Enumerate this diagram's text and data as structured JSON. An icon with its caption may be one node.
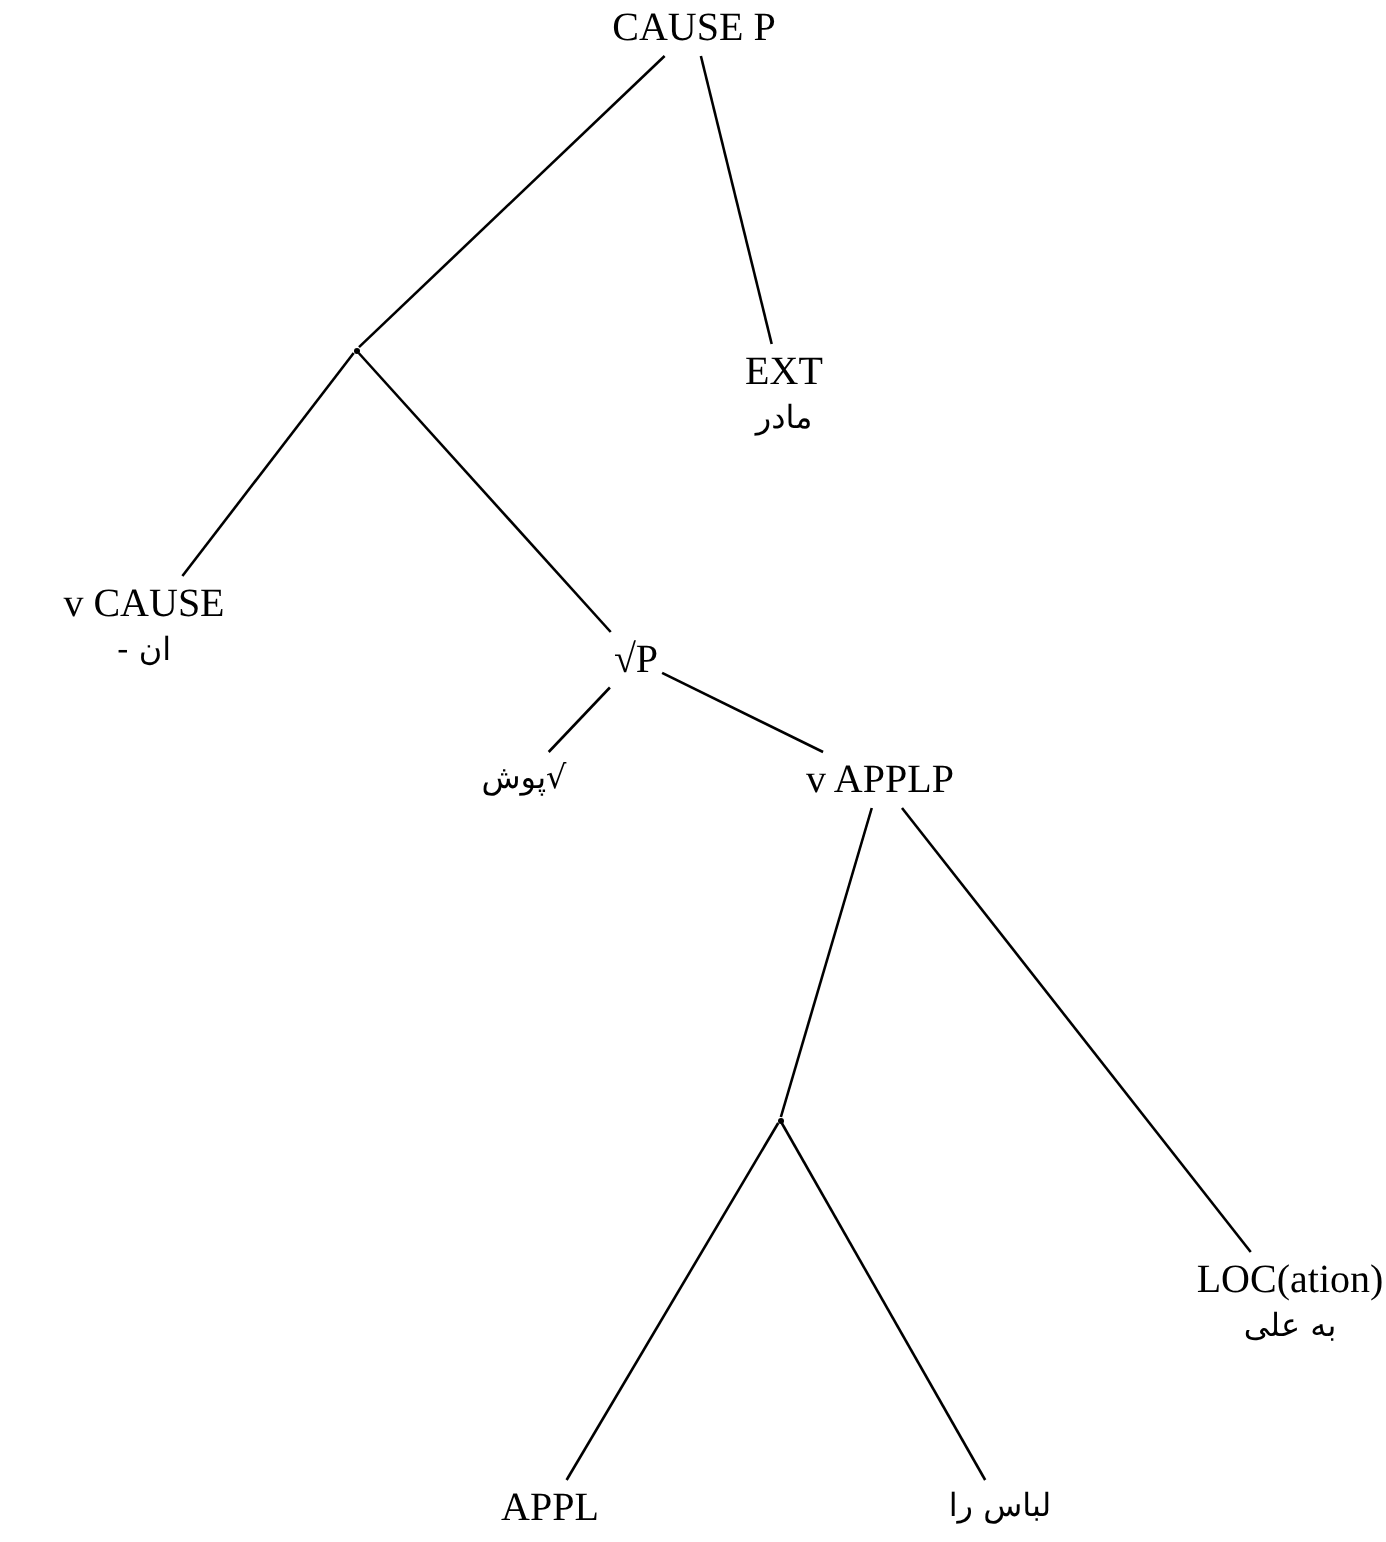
{
  "diagram": {
    "nodes": [
      {
        "text": [
          "CAUSE P"
        ]
      },
      {
        "text": [],
        "shape": "point"
      },
      {
        "text": [
          "EXT",
          "مادر"
        ]
      },
      {
        "text": [
          "v CAUSE",
          "- ان"
        ]
      },
      {
        "text": [
          "√P"
        ]
      },
      {
        "text": [
          "پوش√"
        ]
      },
      {
        "text": [
          "v APPLP"
        ]
      },
      {
        "text": [],
        "shape": "point"
      },
      {
        "text": [
          "LOC(ation)",
          "به علی"
        ]
      },
      {
        "text": [
          "APPL"
        ]
      },
      {
        "text": [
          "لباس را"
        ]
      }
    ],
    "edges": [
      {
        "from": 0,
        "to": 1,
        "arrow": "none"
      },
      {
        "from": 0,
        "to": 2,
        "arrow": "none"
      },
      {
        "from": 1,
        "to": 3,
        "arrow": "none"
      },
      {
        "from": 1,
        "to": 4,
        "arrow": "none"
      },
      {
        "from": 4,
        "to": 5,
        "arrow": "none"
      },
      {
        "from": 4,
        "to": 6,
        "arrow": "none"
      },
      {
        "from": 6,
        "to": 7,
        "arrow": "none"
      },
      {
        "from": 6,
        "to": 8,
        "arrow": "none"
      },
      {
        "from": 7,
        "to": 9,
        "arrow": "none"
      },
      {
        "from": 7,
        "to": 10,
        "arrow": "none"
      }
    ]
  }
}
